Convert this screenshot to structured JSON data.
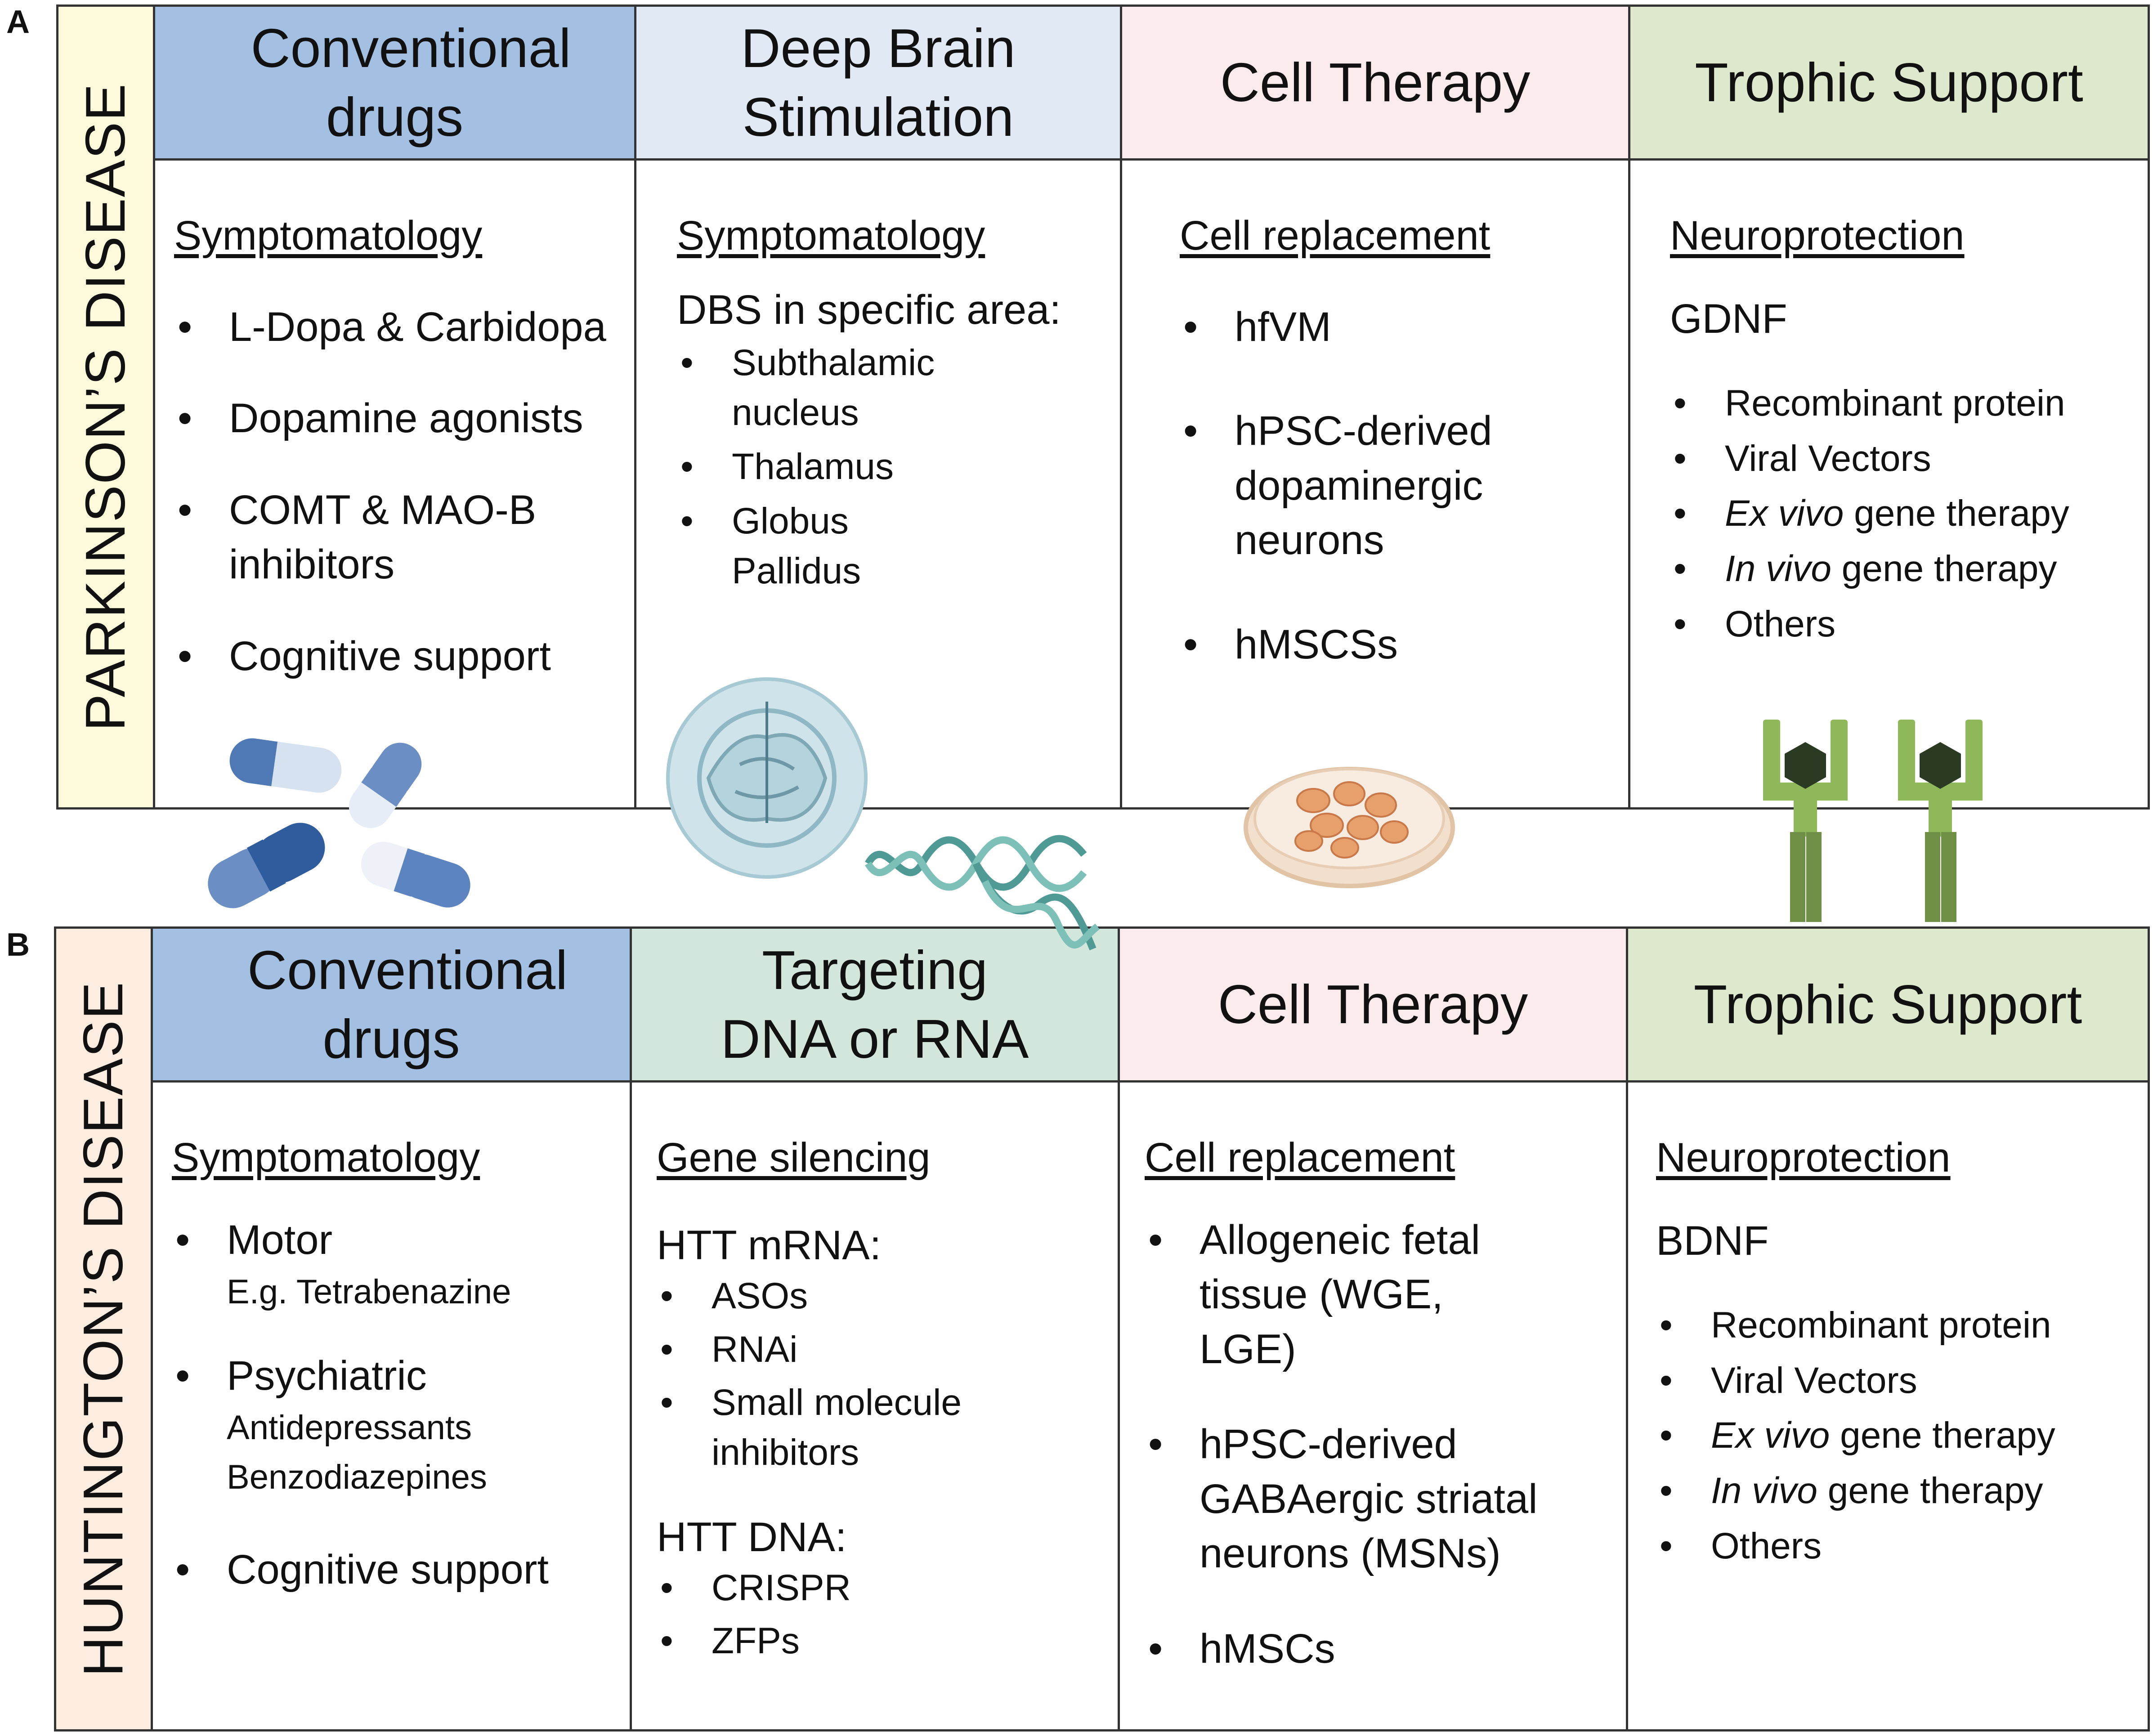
{
  "panels": {
    "a": {
      "letter": "A",
      "disease": "PARKINSON’S DISEASE",
      "columns": [
        {
          "header": "Conventional drugs",
          "color": "#a3c0e2",
          "subtitle": "Symptomatology",
          "items": [
            "L-Dopa & Carbidopa",
            "Dopamine agonists",
            "COMT & MAO-B inhibitors",
            "Cognitive support"
          ]
        },
        {
          "header": "Deep Brain Stimulation",
          "color": "#e1e9f5",
          "subtitle": "Symptomatology",
          "lead": "DBS in specific area:",
          "items": [
            "Subthalamic nucleus",
            "Thalamus",
            "Globus Pallidus"
          ]
        },
        {
          "header": "Cell Therapy",
          "color": "#fcebed",
          "subtitle": "Cell replacement",
          "items": [
            "hfVM",
            "hPSC-derived dopaminergic neurons",
            "hMSCSs"
          ]
        },
        {
          "header": "Trophic Support",
          "color": "#dee8cc",
          "subtitle": "Neuroprotection",
          "lead": "GDNF",
          "items": [
            "Recombinant protein",
            "Viral Vectors",
            "Ex vivo gene therapy",
            "In vivo gene therapy",
            "Others"
          ]
        }
      ]
    },
    "b": {
      "letter": "B",
      "disease": "HUNTINGTON’S DISEASE",
      "columns": [
        {
          "header": "Conventional drugs",
          "color": "#a3c0e2",
          "subtitle": "Symptomatology",
          "items": [
            {
              "label": "Motor",
              "notes": [
                "E.g. Tetrabenazine"
              ]
            },
            {
              "label": "Psychiatric",
              "notes": [
                "Antidepressants",
                "Benzodiazepines"
              ]
            },
            {
              "label": "Cognitive support",
              "notes": []
            }
          ]
        },
        {
          "header": "Targeting DNA or RNA",
          "color": "#d2e6dc",
          "subtitle": "Gene silencing",
          "group1": {
            "lead": "HTT mRNA:",
            "items": [
              "ASOs",
              "RNAi",
              "Small molecule inhibitors"
            ]
          },
          "group2": {
            "lead": "HTT DNA:",
            "items": [
              "CRISPR",
              "ZFPs"
            ]
          }
        },
        {
          "header": "Cell Therapy",
          "color": "#fcebed",
          "subtitle": "Cell replacement",
          "items": [
            "Allogeneic fetal tissue (WGE, LGE)",
            "hPSC-derived GABAergic striatal neurons (MSNs)",
            "hMSCs"
          ]
        },
        {
          "header": "Trophic Support",
          "color": "#dee8cc",
          "subtitle": "Neuroprotection",
          "lead": "BDNF",
          "items": [
            "Recombinant protein",
            "Viral Vectors",
            "Ex vivo gene therapy",
            "In vivo gene therapy",
            "Others"
          ]
        }
      ]
    }
  },
  "italic_prefixes": {
    "ex": "Ex vivo",
    "in": "In vivo"
  },
  "band_colors": {
    "a": "#fdfbdc",
    "b": "#fdece0"
  },
  "icons": [
    "pill-capsules-icon",
    "brain-globe-icon",
    "dna-helix-icon",
    "petri-dish-icon",
    "antibody-icon"
  ]
}
